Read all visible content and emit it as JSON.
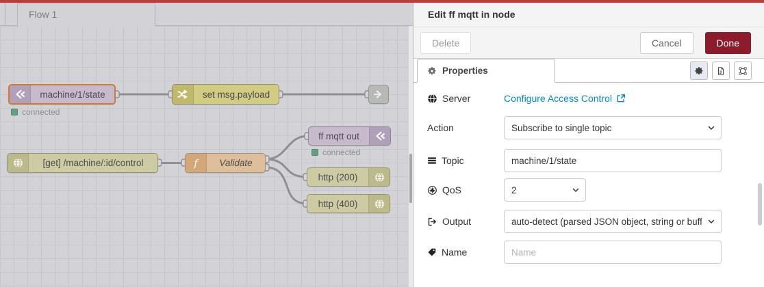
{
  "window": {
    "topbar_color": "#bd3b3b"
  },
  "canvas": {
    "flow_tab_label": "Flow 1",
    "nodes": {
      "mqtt_in": {
        "label": "machine/1/state",
        "status": "connected"
      },
      "change": {
        "label": "set msg.payload"
      },
      "http_in": {
        "label": "[get] /machine/:id/control"
      },
      "function": {
        "label": "Validate"
      },
      "mqtt_out": {
        "label": "ff mqtt out",
        "status": "connected"
      },
      "http_res_200": {
        "label": "http (200)"
      },
      "http_res_400": {
        "label": "http (400)"
      }
    }
  },
  "panel": {
    "title": "Edit ff mqtt in node",
    "buttons": {
      "delete_label": "Delete",
      "cancel_label": "Cancel",
      "done_label": "Done"
    },
    "properties_tab_label": "Properties",
    "fields": {
      "server": {
        "label": "Server",
        "link_text": "Configure Access Control"
      },
      "action": {
        "label": "Action",
        "value": "Subscribe to single topic"
      },
      "topic": {
        "label": "Topic",
        "value": "machine/1/state"
      },
      "qos": {
        "label": "QoS",
        "value": "2"
      },
      "output": {
        "label": "Output",
        "value": "auto-detect (parsed JSON object, string or buffer)"
      },
      "name": {
        "label": "Name",
        "placeholder": "Name"
      }
    },
    "colors": {
      "topbar_red": "#bd3b3b",
      "done_button_bg": "#8c1b2b",
      "link_blue": "#0088cc",
      "status_green": "#63a083",
      "selected_node_border": "#cf7a36"
    }
  }
}
